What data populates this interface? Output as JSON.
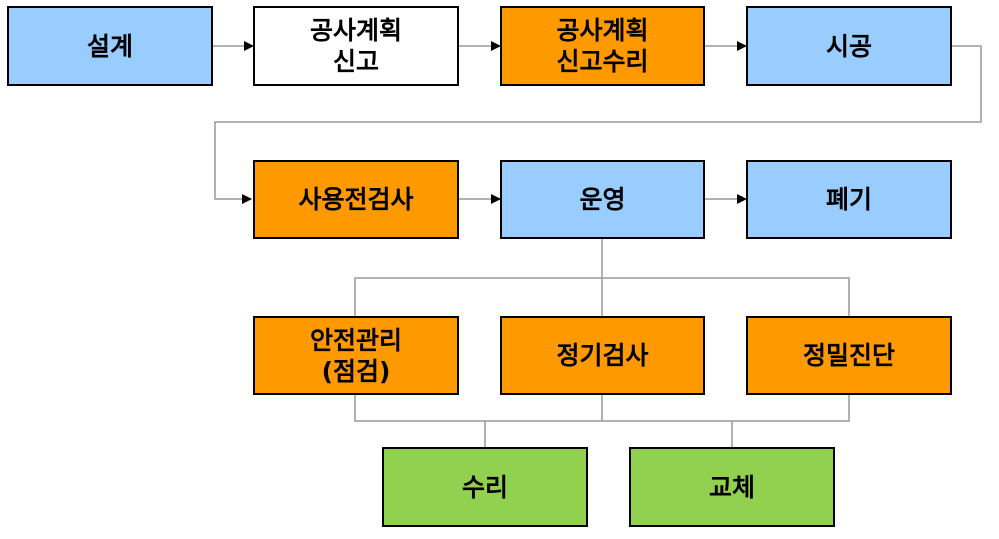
{
  "colors": {
    "blue": "#99ccff",
    "white": "#ffffff",
    "orange": "#ff9900",
    "green": "#92d050",
    "line": "#999999",
    "arrow": "#000000",
    "border": "#000000"
  },
  "boxes": {
    "design": {
      "label": "설계",
      "color": "blue"
    },
    "plan_report": {
      "label": "공사계획\n신고",
      "color": "white"
    },
    "plan_accept": {
      "label": "공사계획\n신고수리",
      "color": "orange"
    },
    "construction": {
      "label": "시공",
      "color": "blue"
    },
    "pre_use_inspection": {
      "label": "사용전검사",
      "color": "orange"
    },
    "operation": {
      "label": "운영",
      "color": "blue"
    },
    "disposal": {
      "label": "폐기",
      "color": "blue"
    },
    "safety_mgmt": {
      "label": "안전관리\n(점검)",
      "color": "orange"
    },
    "periodic_inspection": {
      "label": "정기검사",
      "color": "orange"
    },
    "precision_diagnosis": {
      "label": "정밀진단",
      "color": "orange"
    },
    "repair": {
      "label": "수리",
      "color": "green"
    },
    "replacement": {
      "label": "교체",
      "color": "green"
    }
  }
}
